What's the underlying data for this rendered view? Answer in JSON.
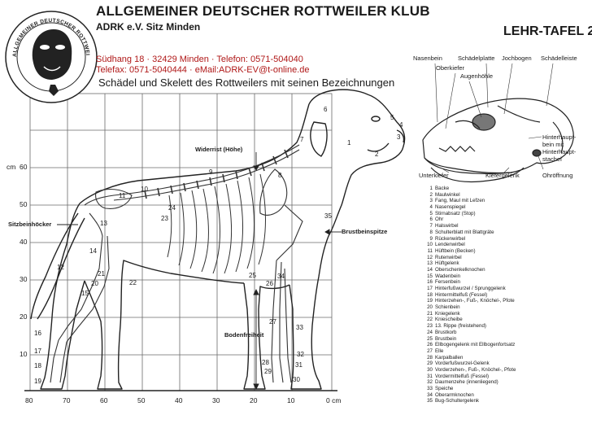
{
  "header": {
    "title": "ALLGEMEINER DEUTSCHER ROTTWEILER KLUB",
    "subtitle": "ADRK e.V. Sitz Minden",
    "tafel": "LEHR-TAFEL 2",
    "address_line1": "Südhang 18 · 32429 Minden · Telefon: 0571-504040",
    "address_line2": "Telefax: 0571-5040444 · eMail:ADRK-EV@t-online.de",
    "seal_text": "ALLGEMEINER DEUTSCHER ROTTWEILER KLUB e.V. ADRK"
  },
  "diagram_title": "Schädel und Skelett des Rottweilers mit seinen Bezeichnungen",
  "axis": {
    "y_unit": "cm",
    "y_ticks": [
      "60",
      "50",
      "40",
      "30",
      "20",
      "10"
    ],
    "x_ticks": [
      "80",
      "70",
      "60",
      "50",
      "40",
      "30",
      "20",
      "10"
    ],
    "x_zero": "0 cm"
  },
  "skeleton_labels": {
    "withers": "Widerrist (Höhe)",
    "ischial": "Sitzbeinhöcker",
    "chest_point": "Brustbeinspitze",
    "ground_clearance": "Bodenfreiheit"
  },
  "skull_labels": {
    "nasenbein": "Nasenbein",
    "oberkiefer": "Oberkiefer",
    "schaedelplatte": "Schädelplatte",
    "jochbogen": "Jochbogen",
    "schaedelleiste": "Schädelleiste",
    "augenhoehle": "Augenhöhle",
    "hinterhaupt": "Hinterhaupt-\nbein mit\nHinterhaupt-\nstachel",
    "unterkiefer": "Unterkiefer",
    "kiefergelenk": "Kiefergelenk",
    "ohroeffnung": "Ohröffnung"
  },
  "legend": [
    {
      "n": "1",
      "text": "Backe"
    },
    {
      "n": "2",
      "text": "Maulwinkel"
    },
    {
      "n": "3",
      "text": "Fang, Maul mit Lefzen"
    },
    {
      "n": "4",
      "text": "Nasenspiegel"
    },
    {
      "n": "5",
      "text": "Stirnabsatz (Stop)"
    },
    {
      "n": "6",
      "text": "Ohr"
    },
    {
      "n": "7",
      "text": "Halswirbel"
    },
    {
      "n": "8",
      "text": "Schulterblatt mit Blattgräte"
    },
    {
      "n": "9",
      "text": "Rückenwirbel"
    },
    {
      "n": "10",
      "text": "Lendenwirbel"
    },
    {
      "n": "11",
      "text": "Hüftbein (Becken)"
    },
    {
      "n": "12",
      "text": "Rutenwirbel"
    },
    {
      "n": "13",
      "text": "Hüftgelenk"
    },
    {
      "n": "14",
      "text": "Oberschenkelknochen"
    },
    {
      "n": "15",
      "text": "Wadenbein"
    },
    {
      "n": "16",
      "text": "Fersenbein"
    },
    {
      "n": "17",
      "text": "Hinterfußwurzel / Sprunggelenk"
    },
    {
      "n": "18",
      "text": "Hintermittelfuß (Fessel)"
    },
    {
      "n": "19",
      "text": "Hinterzehen-, Fuß-, Knöchel-, Pfote"
    },
    {
      "n": "20",
      "text": "Schienbein"
    },
    {
      "n": "21",
      "text": "Kniegelenk"
    },
    {
      "n": "22",
      "text": "Kniescheibe"
    },
    {
      "n": "23",
      "text": "13. Rippe (freistehend)"
    },
    {
      "n": "24",
      "text": "Brustkorb"
    },
    {
      "n": "25",
      "text": "Brustbein"
    },
    {
      "n": "26",
      "text": "Ellbogengelenk mit Ellbogenfortsatz"
    },
    {
      "n": "27",
      "text": "Elle"
    },
    {
      "n": "28",
      "text": "Karpalballen"
    },
    {
      "n": "29",
      "text": "Vorderfußwurzel-Gelenk"
    },
    {
      "n": "30",
      "text": "Vorderzehen-, Fuß-, Knöchel-, Pfote"
    },
    {
      "n": "31",
      "text": "Vordermittelfuß (Fessel)"
    },
    {
      "n": "32",
      "text": "Daumenzehe (innenliegend)"
    },
    {
      "n": "33",
      "text": "Speiche"
    },
    {
      "n": "34",
      "text": "Oberarmknochen"
    },
    {
      "n": "35",
      "text": "Bug-Schultergelenk"
    }
  ],
  "body_numbers": {
    "n1": "1",
    "n2": "2",
    "n3": "3",
    "n4": "4",
    "n5": "5",
    "n6": "6",
    "n7": "7",
    "n8": "8",
    "n9": "9",
    "n10": "10",
    "n11": "11",
    "n12": "12",
    "n13": "13",
    "n14": "14",
    "n15": "15",
    "n16": "16",
    "n17": "17",
    "n18": "18",
    "n19": "19",
    "n20": "20",
    "n21": "21",
    "n22": "22",
    "n23": "23",
    "n24": "24",
    "n25": "25",
    "n26": "26",
    "n27": "27",
    "n28": "28",
    "n29": "29",
    "n30": "30",
    "n31": "31",
    "n32": "32",
    "n33": "33",
    "n34": "34",
    "n35": "35"
  }
}
